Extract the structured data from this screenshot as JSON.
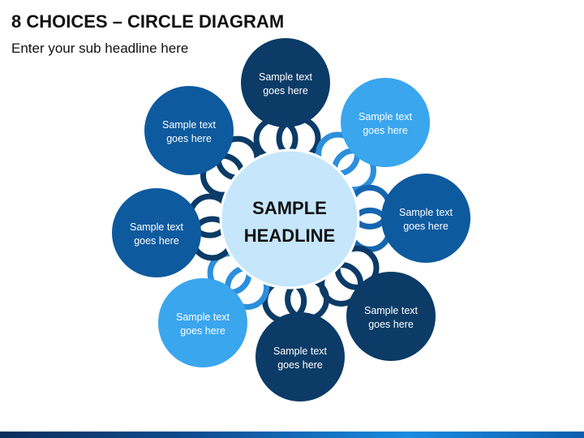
{
  "header": {
    "title": "8 CHOICES – CIRCLE DIAGRAM",
    "subtitle": "Enter your sub headline here"
  },
  "hub": {
    "lines": [
      "SAMPLE",
      "HEADLINE"
    ],
    "color": "#c5e6fb"
  },
  "palette": {
    "navy": "#0b3b66",
    "blue": "#0d5a9e",
    "light": "#3aa6ee",
    "ring_navy": "#0b3b66",
    "ring_blue": "#1565b0",
    "ring_light": "#2b8fdc"
  },
  "nodes": [
    {
      "lines": [
        "Sample text",
        "goes here"
      ],
      "color": "#0b3b66"
    },
    {
      "lines": [
        "Sample text",
        "goes here"
      ],
      "color": "#3aa6ee"
    },
    {
      "lines": [
        "Sample text",
        "goes here"
      ],
      "color": "#0d5a9e"
    },
    {
      "lines": [
        "Sample text",
        "goes here"
      ],
      "color": "#0b3b66"
    },
    {
      "lines": [
        "Sample text",
        "goes here"
      ],
      "color": "#0b3b66"
    },
    {
      "lines": [
        "Sample text",
        "goes here"
      ],
      "color": "#3aa6ee"
    },
    {
      "lines": [
        "Sample text",
        "goes here"
      ],
      "color": "#0d5a9e"
    },
    {
      "lines": [
        "Sample text",
        "goes here"
      ],
      "color": "#0d5a9e"
    }
  ]
}
